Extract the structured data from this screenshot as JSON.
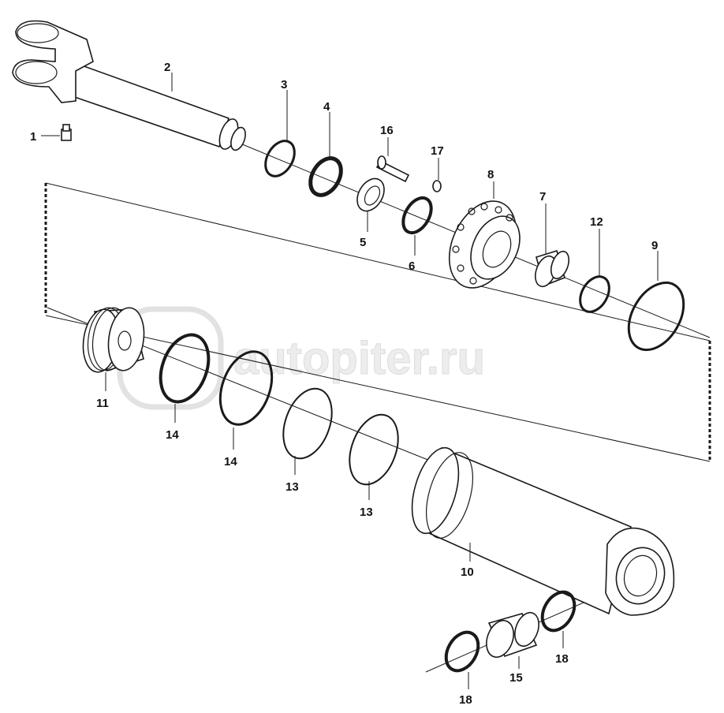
{
  "watermark": {
    "text": "autopiter.ru"
  },
  "callouts": [
    {
      "id": "p1",
      "text": "1"
    },
    {
      "id": "p2",
      "text": "2"
    },
    {
      "id": "p3",
      "text": "3"
    },
    {
      "id": "p4",
      "text": "4"
    },
    {
      "id": "p5",
      "text": "5"
    },
    {
      "id": "p6",
      "text": "6"
    },
    {
      "id": "p7",
      "text": "7"
    },
    {
      "id": "p8",
      "text": "8"
    },
    {
      "id": "p9",
      "text": "9"
    },
    {
      "id": "p10",
      "text": "10"
    },
    {
      "id": "p11",
      "text": "11"
    },
    {
      "id": "p12",
      "text": "12"
    },
    {
      "id": "p13a",
      "text": "13"
    },
    {
      "id": "p13b",
      "text": "13"
    },
    {
      "id": "p14a",
      "text": "14"
    },
    {
      "id": "p14b",
      "text": "14"
    },
    {
      "id": "p15",
      "text": "15"
    },
    {
      "id": "p16",
      "text": "16"
    },
    {
      "id": "p17",
      "text": "17"
    },
    {
      "id": "p18a",
      "text": "18"
    },
    {
      "id": "p18b",
      "text": "18"
    }
  ]
}
